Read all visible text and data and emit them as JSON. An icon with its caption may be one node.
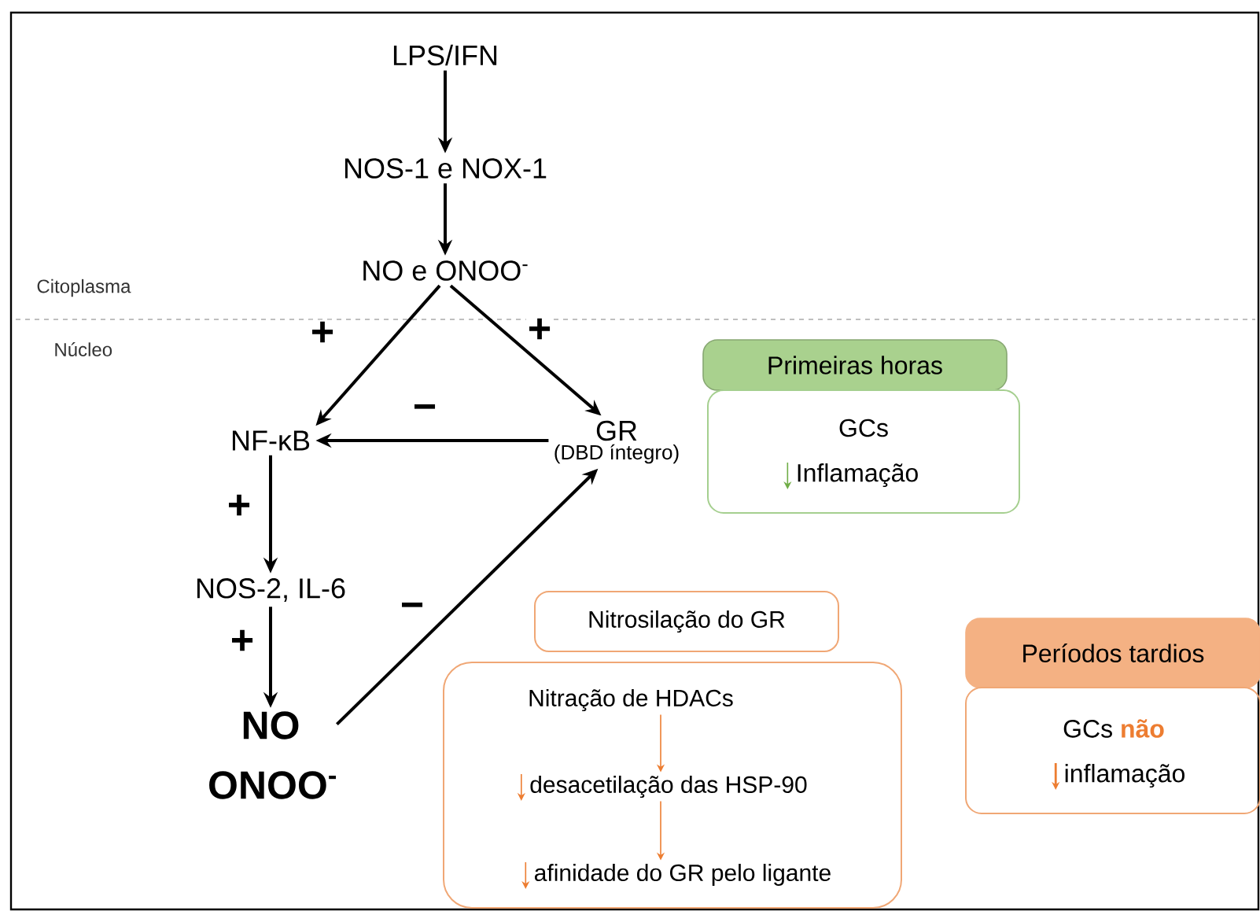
{
  "diagram": {
    "nodes": [
      {
        "text": [
          "LPS/IFN"
        ]
      },
      {
        "text": [
          "NOS-1 e NOX-1"
        ]
      },
      {
        "text": [
          "NO e ONOO$^{-}$"
        ]
      },
      {
        "text": [
          "NF-κB"
        ]
      },
      {
        "text": [
          "GR",
          "(DBD íntegro)"
        ]
      },
      {
        "text": [
          "NOS-2, IL-6"
        ]
      },
      {
        "text": [
          "NO ONOO$^{-}$"
        ]
      },
      {
        "text": [
          "Primeiras horas"
        ]
      },
      {
        "text": [
          "GCs",
          "Inflamação"
        ]
      },
      {
        "text": [
          "Nitrosilação do GR"
        ]
      },
      {
        "text": [],
        "shape": "box"
      },
      {
        "text": [
          "Nitração de HDACs"
        ],
        "in": 10
      },
      {
        "text": [
          "desacetilação das HSP-90"
        ],
        "in": 10
      },
      {
        "text": [
          "afinidade do GR pelo ligante"
        ],
        "in": 10
      },
      {
        "text": [
          "Períodos tardios"
        ]
      },
      {
        "text": [
          "GCs **não**",
          "inflamação"
        ]
      }
    ],
    "edges": [
      {
        "from": 0,
        "to": 1,
        "arrow": "to"
      },
      {
        "from": 1,
        "to": 2,
        "arrow": "to"
      },
      {
        "from": 2,
        "to": 3,
        "arrow": "to",
        "label": "+"
      },
      {
        "from": 2,
        "to": 4,
        "arrow": "to",
        "label": "+"
      },
      {
        "from": 4,
        "to": 3,
        "arrow": "to",
        "label": "−"
      },
      {
        "from": 3,
        "to": 5,
        "arrow": "to",
        "label": "+"
      },
      {
        "from": 5,
        "to": 6,
        "arrow": "to",
        "label": "+"
      },
      {
        "from": 6,
        "to": 4,
        "arrow": "to",
        "label": "−"
      },
      {
        "from": 11,
        "to": 12,
        "arrow": "to",
        "color": "#ed7d31"
      },
      {
        "from": 12,
        "to": 13,
        "arrow": "to",
        "color": "#ed7d31"
      }
    ],
    "labels": [
      "Citoplasma",
      "Núcleo"
    ]
  }
}
